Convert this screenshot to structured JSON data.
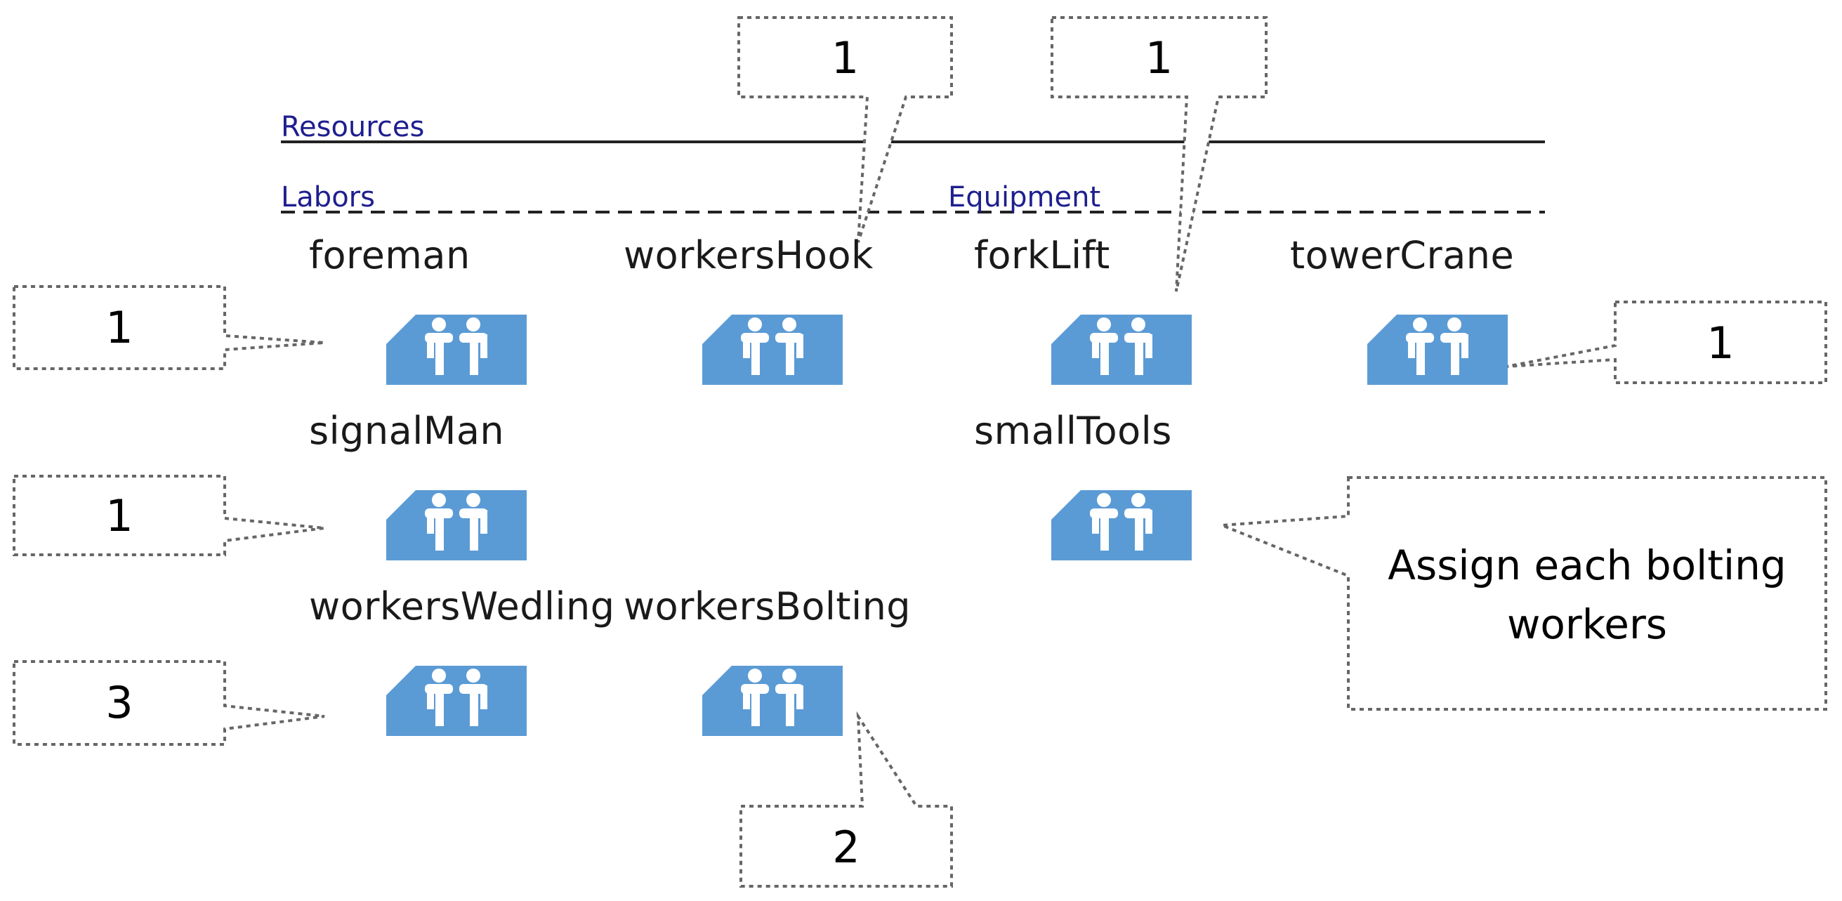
{
  "sections": {
    "resources": "Resources",
    "labors": "Labors",
    "equipment": "Equipment"
  },
  "labors": [
    {
      "name": "foreman",
      "quantity": "1"
    },
    {
      "name": "workersHook",
      "quantity": "1"
    },
    {
      "name": "signalMan",
      "quantity": "1"
    },
    {
      "name": "workersWedling",
      "quantity": "3"
    },
    {
      "name": "workersBolting",
      "quantity": "2"
    }
  ],
  "equipment": [
    {
      "name": "forkLift",
      "quantity": "1"
    },
    {
      "name": "towerCrane",
      "quantity": "1"
    },
    {
      "name": "smallTools",
      "note": "Assign each bolting workers"
    }
  ],
  "colors": {
    "icon_fill": "#5b9bd5",
    "section_label": "#1f1f8f",
    "callout_border": "#666666"
  },
  "icons": {
    "resource": "workers-pair-icon"
  }
}
